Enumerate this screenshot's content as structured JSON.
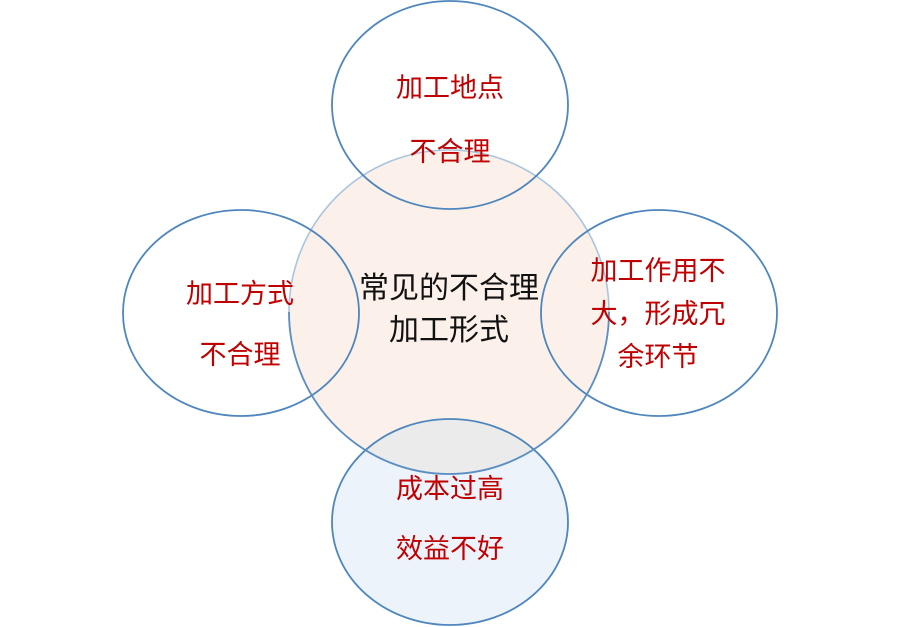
{
  "colors": {
    "outline": "#4e86bd",
    "petal_text": "#c00000",
    "center_fill": "#fbf1ea",
    "bottom_fill": "#ecf3fa",
    "overlap_fill": "#ebebeb",
    "center_text": "#111111"
  },
  "center": {
    "line1": "常见的不合理",
    "line2": "加工形式"
  },
  "top": {
    "line1": "加工地点",
    "line2": "不合理"
  },
  "left": {
    "line1": "加工方式",
    "line2": "不合理"
  },
  "right": {
    "line1": "加工作用不",
    "line2": "大，形成冗",
    "line3": "余环节"
  },
  "bottom": {
    "line1": "成本过高",
    "line2": "效益不好"
  }
}
